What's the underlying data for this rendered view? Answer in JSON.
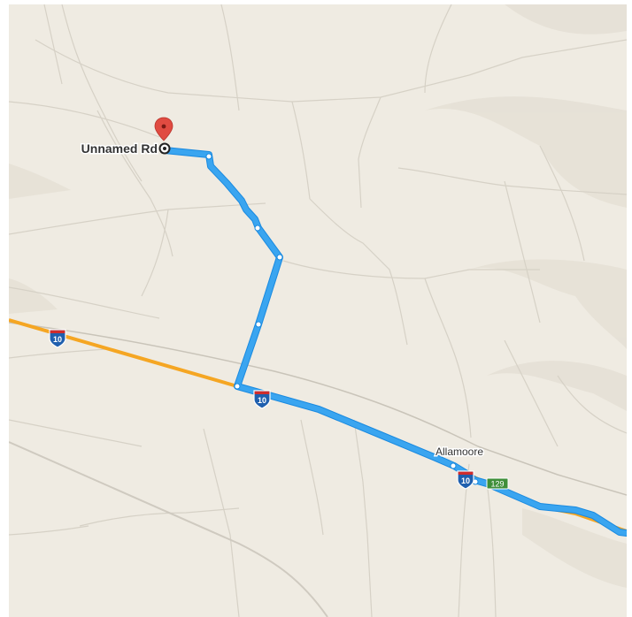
{
  "map": {
    "place_labels": {
      "origin": "Unnamed Rd",
      "town": "Allamoore"
    },
    "shields": {
      "interstate": "10",
      "farm_road": "129"
    },
    "colors": {
      "land": "#efebe2",
      "minor_road": "#d8d3c8",
      "terrain": "#e4dfd4",
      "highway": "#f5a623",
      "route": "#3aa5f0",
      "route_outline": "#1a8ae0",
      "marker": "#e04b41",
      "interstate_shield": "#1f5fae",
      "interstate_shield_top": "#cf2c2c",
      "farm_road_shield": "#3f8f3a"
    }
  }
}
